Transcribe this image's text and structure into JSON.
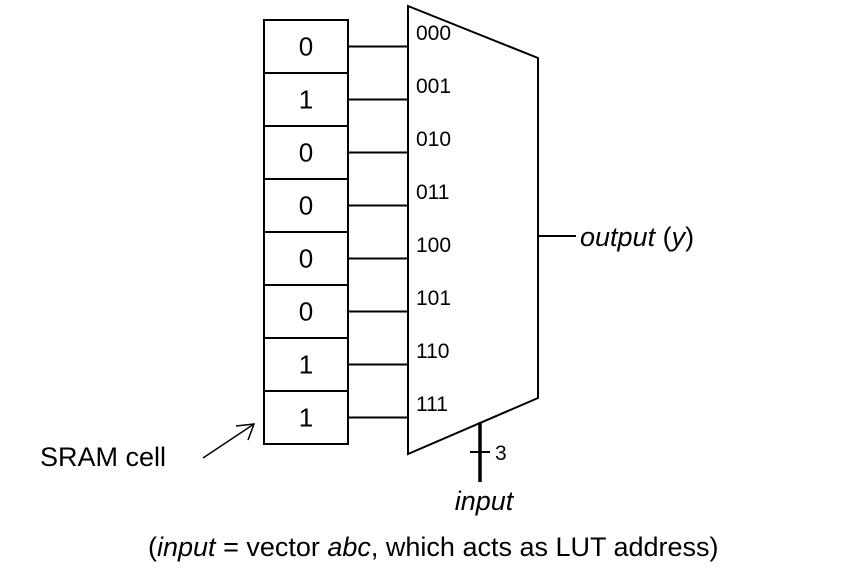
{
  "sram_cells": [
    {
      "value": "0",
      "address": "000"
    },
    {
      "value": "1",
      "address": "001"
    },
    {
      "value": "0",
      "address": "010"
    },
    {
      "value": "0",
      "address": "011"
    },
    {
      "value": "0",
      "address": "100"
    },
    {
      "value": "0",
      "address": "101"
    },
    {
      "value": "1",
      "address": "110"
    },
    {
      "value": "1",
      "address": "111"
    }
  ],
  "labels": {
    "sram_cell": "SRAM cell",
    "output_word": "output",
    "output_var": "y",
    "select_width": "3",
    "input": "input",
    "caption_input": "input",
    "caption_mid": " = vector ",
    "caption_abc": "abc",
    "caption_tail": ", which acts as LUT address)"
  }
}
